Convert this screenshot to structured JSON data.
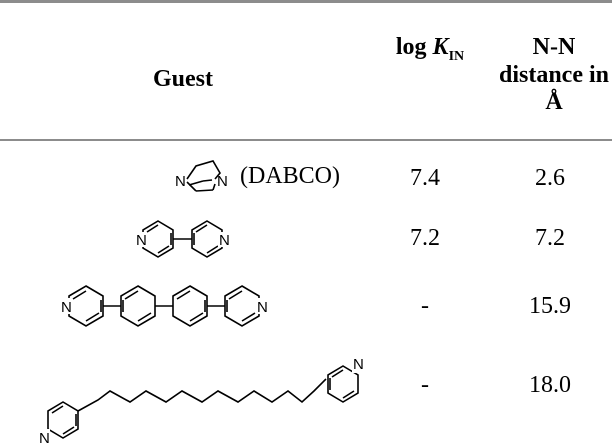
{
  "table": {
    "headers": {
      "guest": "Guest",
      "logk_main": "log ",
      "logk_italic": "K",
      "logk_sub": "IN",
      "distance": [
        "N-N",
        "distance in",
        "Å"
      ]
    },
    "rows": [
      {
        "label": "(DABCO)",
        "logk": "7.4",
        "distance": "2.6"
      },
      {
        "label": "",
        "logk": "7.2",
        "distance": "7.2"
      },
      {
        "label": "",
        "logk": "-",
        "distance": "15.9"
      },
      {
        "label": "",
        "logk": "-",
        "distance": "18.0"
      }
    ],
    "atom_label": "N"
  }
}
